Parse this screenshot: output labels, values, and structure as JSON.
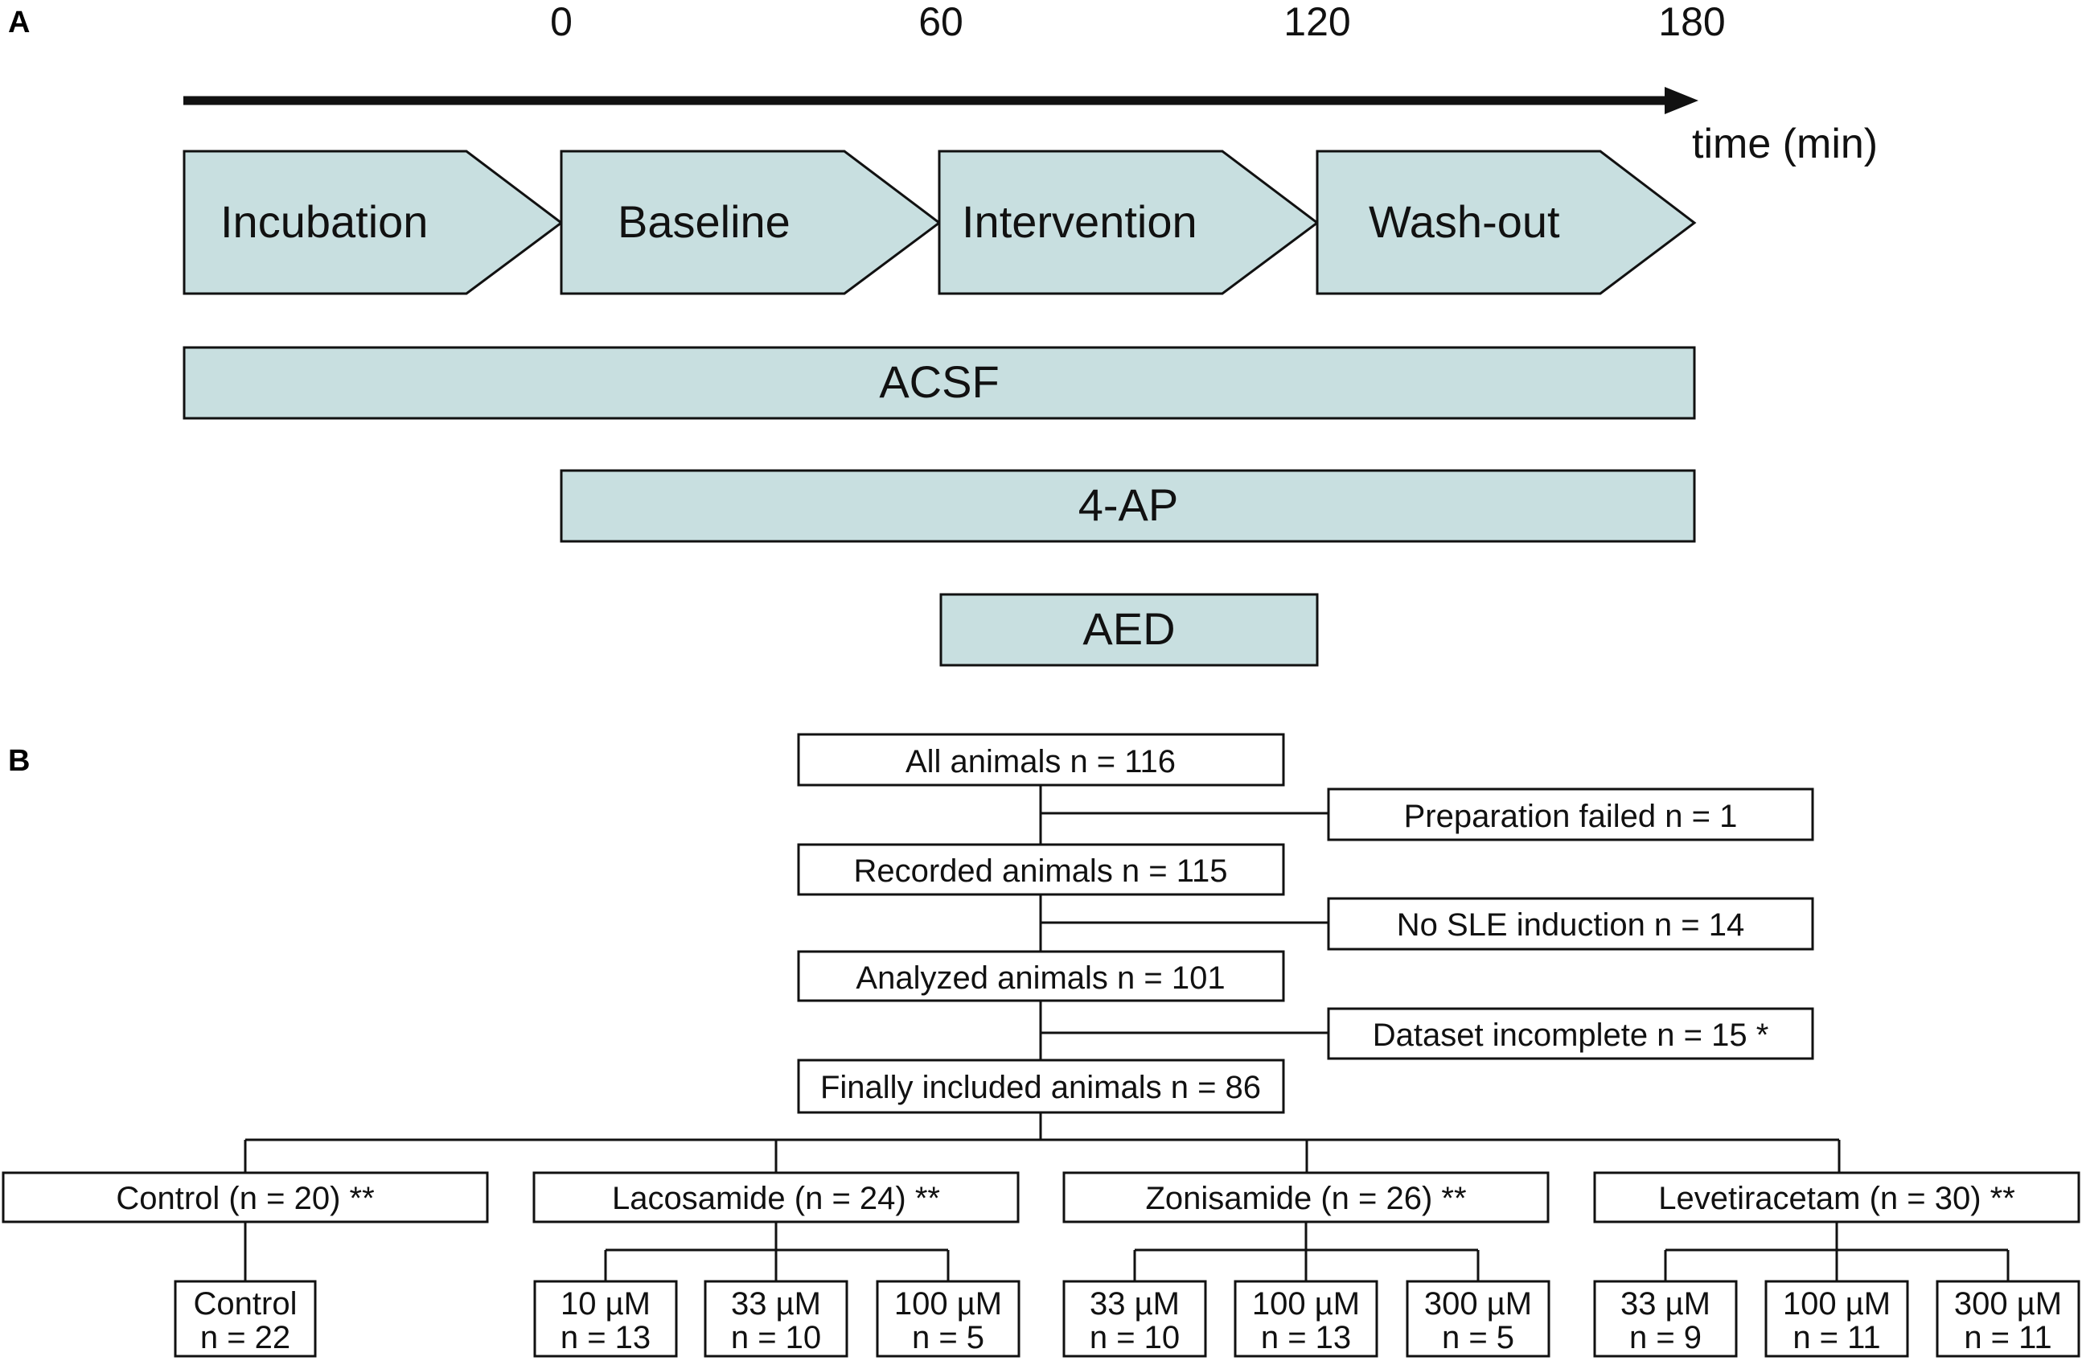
{
  "panel_a": {
    "label": "A",
    "timeline": {
      "ticks": [
        "0",
        "60",
        "120",
        "180"
      ],
      "axis_label": "time (min)"
    },
    "phases": [
      "Incubation",
      "Baseline",
      "Intervention",
      "Wash-out"
    ],
    "bars": {
      "acsf": "ACSF",
      "four_ap": "4-AP",
      "aed": "AED"
    },
    "colors": {
      "phase_fill": "#c8dfe0",
      "line": "#111111"
    }
  },
  "panel_b": {
    "label": "B",
    "flow": {
      "all": "All animals n = 116",
      "prep_failed": "Preparation failed n = 1",
      "recorded": "Recorded animals n = 115",
      "no_sle": "No SLE induction n = 14",
      "analyzed": "Analyzed animals n = 101",
      "incomplete": "Dataset incomplete n = 15 *",
      "included": "Finally included animals n = 86"
    },
    "groups": [
      {
        "label": "Control (n = 20) **",
        "subgroups": [
          {
            "line1": "Control",
            "line2": "n = 22"
          }
        ]
      },
      {
        "label": "Lacosamide (n = 24) **",
        "subgroups": [
          {
            "line1": "10 µM",
            "line2": "n = 13"
          },
          {
            "line1": "33 µM",
            "line2": "n = 10"
          },
          {
            "line1": "100 µM",
            "line2": "n = 5"
          }
        ]
      },
      {
        "label": "Zonisamide (n = 26) **",
        "subgroups": [
          {
            "line1": "33 µM",
            "line2": "n = 10"
          },
          {
            "line1": "100 µM",
            "line2": "n = 13"
          },
          {
            "line1": "300 µM",
            "line2": "n = 5"
          }
        ]
      },
      {
        "label": "Levetiracetam (n = 30) **",
        "subgroups": [
          {
            "line1": "33 µM",
            "line2": "n = 9"
          },
          {
            "line1": "100 µM",
            "line2": "n = 11"
          },
          {
            "line1": "300 µM",
            "line2": "n = 11"
          }
        ]
      }
    ]
  }
}
